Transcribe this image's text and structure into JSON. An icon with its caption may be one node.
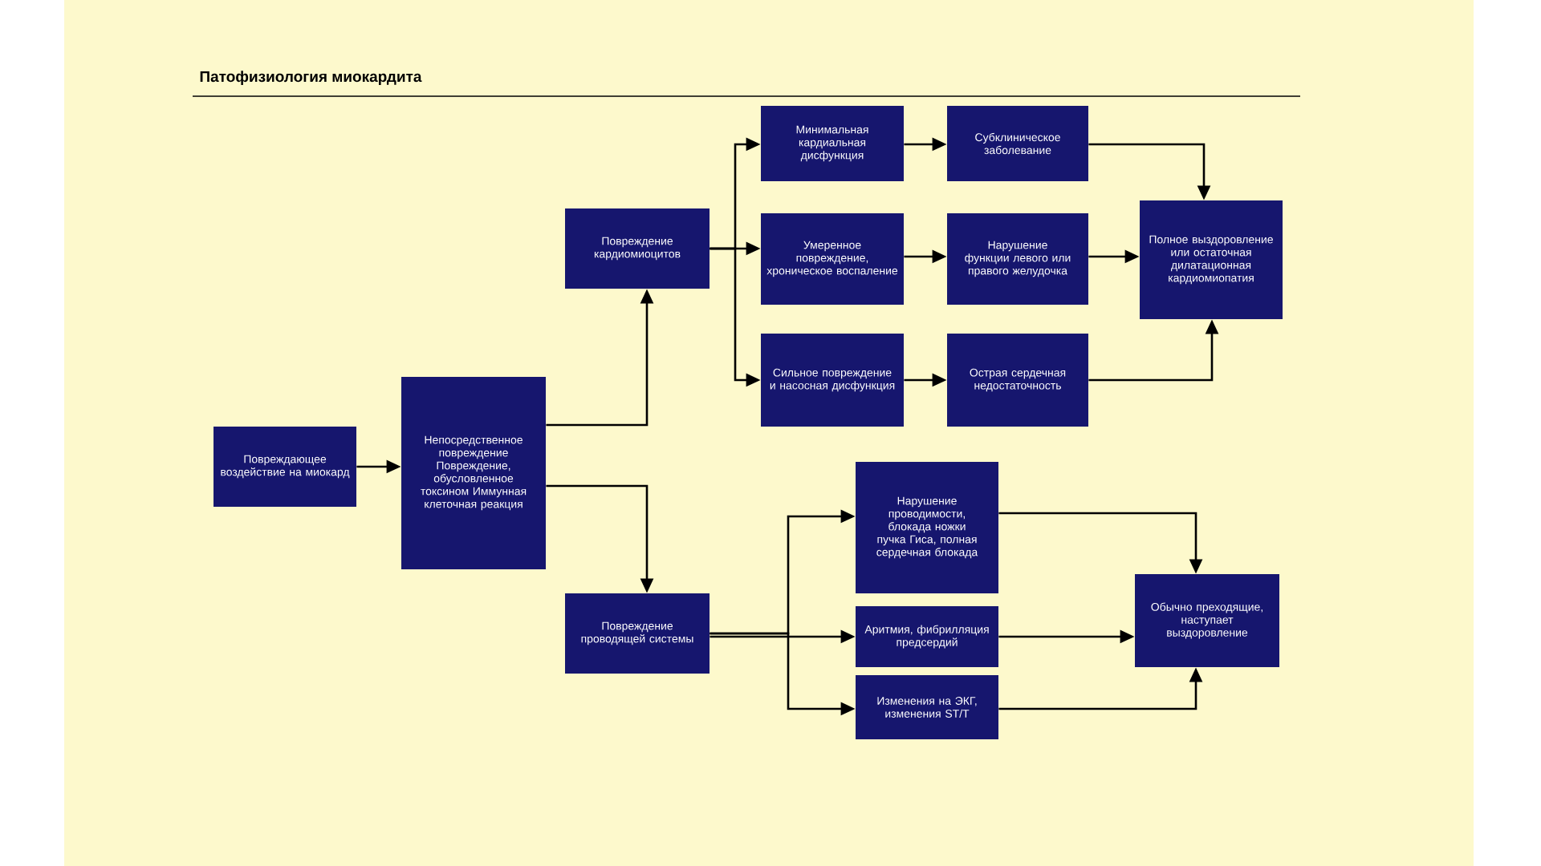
{
  "diagram": {
    "title": "Патофизиология миокардита",
    "nodes": [
      {
        "text": [
          "Повреждающее воздействие на миокард"
        ]
      },
      {
        "text": [
          "Непосредственное повреждение Повреждение, обусловленное токсином Иммунная клеточная реакция"
        ]
      },
      {
        "text": [
          "Повреждение кардиомиоцитов"
        ]
      },
      {
        "text": [
          "Повреждение проводящей системы"
        ]
      },
      {
        "text": [
          "Минимальная кардиальная дисфункция"
        ]
      },
      {
        "text": [
          "Умеренное повреждение, хроническое воспаление"
        ]
      },
      {
        "text": [
          "Сильное повреждение и насосная дисфункция"
        ]
      },
      {
        "text": [
          "Субклиническое заболевание"
        ]
      },
      {
        "text": [
          "Нарушение функции левого или правого желудочка"
        ]
      },
      {
        "text": [
          "Острая сердечная недостаточность"
        ]
      },
      {
        "text": [
          "Полное выздоровление или остаточная дилатационная кардиомиопатия"
        ]
      },
      {
        "text": [
          "Нарушение проводимости, блокада ножки пучка Гиса, полная сердечная блокада"
        ]
      },
      {
        "text": [
          "Аритмия, фибрилляция предсердий"
        ]
      },
      {
        "text": [
          "Изменения на ЭКГ, изменения ST/T"
        ]
      },
      {
        "text": [
          "Обычно преходящие, наступает выздоровление"
        ]
      }
    ],
    "edges": [
      {
        "from": 0,
        "to": 1,
        "arrow": "to"
      },
      {
        "from": 1,
        "to": 2,
        "arrow": "to"
      },
      {
        "from": 1,
        "to": 3,
        "arrow": "to"
      },
      {
        "from": 2,
        "to": 4,
        "arrow": "to"
      },
      {
        "from": 2,
        "to": 5,
        "arrow": "to"
      },
      {
        "from": 2,
        "to": 6,
        "arrow": "to"
      },
      {
        "from": 4,
        "to": 7,
        "arrow": "to"
      },
      {
        "from": 5,
        "to": 8,
        "arrow": "to"
      },
      {
        "from": 6,
        "to": 9,
        "arrow": "to"
      },
      {
        "from": 7,
        "to": 10,
        "arrow": "to"
      },
      {
        "from": 8,
        "to": 10,
        "arrow": "to"
      },
      {
        "from": 9,
        "to": 10,
        "arrow": "to"
      },
      {
        "from": 3,
        "to": 11,
        "arrow": "to"
      },
      {
        "from": 3,
        "to": 12,
        "arrow": "to"
      },
      {
        "from": 3,
        "to": 13,
        "arrow": "to"
      },
      {
        "from": 11,
        "to": 14,
        "arrow": "to"
      },
      {
        "from": 12,
        "to": 14,
        "arrow": "to"
      },
      {
        "from": 13,
        "to": 14,
        "arrow": "to"
      }
    ]
  }
}
